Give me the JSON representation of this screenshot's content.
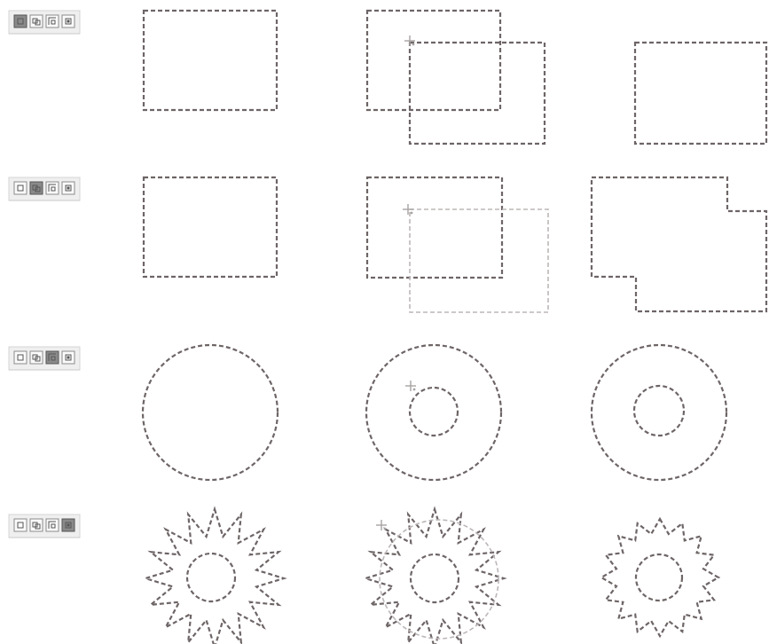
{
  "rows": [
    {
      "mode": "new-selection",
      "active_button": 0,
      "toolbar": {
        "buttons": [
          {
            "icon": "new-selection-icon"
          },
          {
            "icon": "add-to-selection-icon"
          },
          {
            "icon": "subtract-from-selection-icon"
          },
          {
            "icon": "intersect-with-selection-icon"
          }
        ]
      },
      "panels": [
        "initial-selection",
        "drawing-second-selection",
        "resulting-selection"
      ]
    },
    {
      "mode": "add-to-selection",
      "active_button": 1,
      "toolbar": {
        "buttons": [
          {
            "icon": "new-selection-icon"
          },
          {
            "icon": "add-to-selection-icon"
          },
          {
            "icon": "subtract-from-selection-icon"
          },
          {
            "icon": "intersect-with-selection-icon"
          }
        ]
      },
      "panels": [
        "initial-selection",
        "drawing-second-selection",
        "resulting-selection"
      ]
    },
    {
      "mode": "subtract-from-selection",
      "active_button": 2,
      "toolbar": {
        "buttons": [
          {
            "icon": "new-selection-icon"
          },
          {
            "icon": "add-to-selection-icon"
          },
          {
            "icon": "subtract-from-selection-icon"
          },
          {
            "icon": "intersect-with-selection-icon"
          }
        ]
      },
      "panels": [
        "initial-selection",
        "drawing-second-selection",
        "resulting-selection"
      ]
    },
    {
      "mode": "intersect-with-selection",
      "active_button": 3,
      "toolbar": {
        "buttons": [
          {
            "icon": "new-selection-icon"
          },
          {
            "icon": "add-to-selection-icon"
          },
          {
            "icon": "subtract-from-selection-icon"
          },
          {
            "icon": "intersect-with-selection-icon"
          }
        ]
      },
      "panels": [
        "initial-selection",
        "drawing-second-selection",
        "resulting-selection"
      ]
    }
  ],
  "colors": {
    "marching_ants": "#6e6566",
    "marching_ants_faint": "#bdb7b7",
    "active_button": "#8a8a8a",
    "toolbar_bg": "#efefef"
  }
}
